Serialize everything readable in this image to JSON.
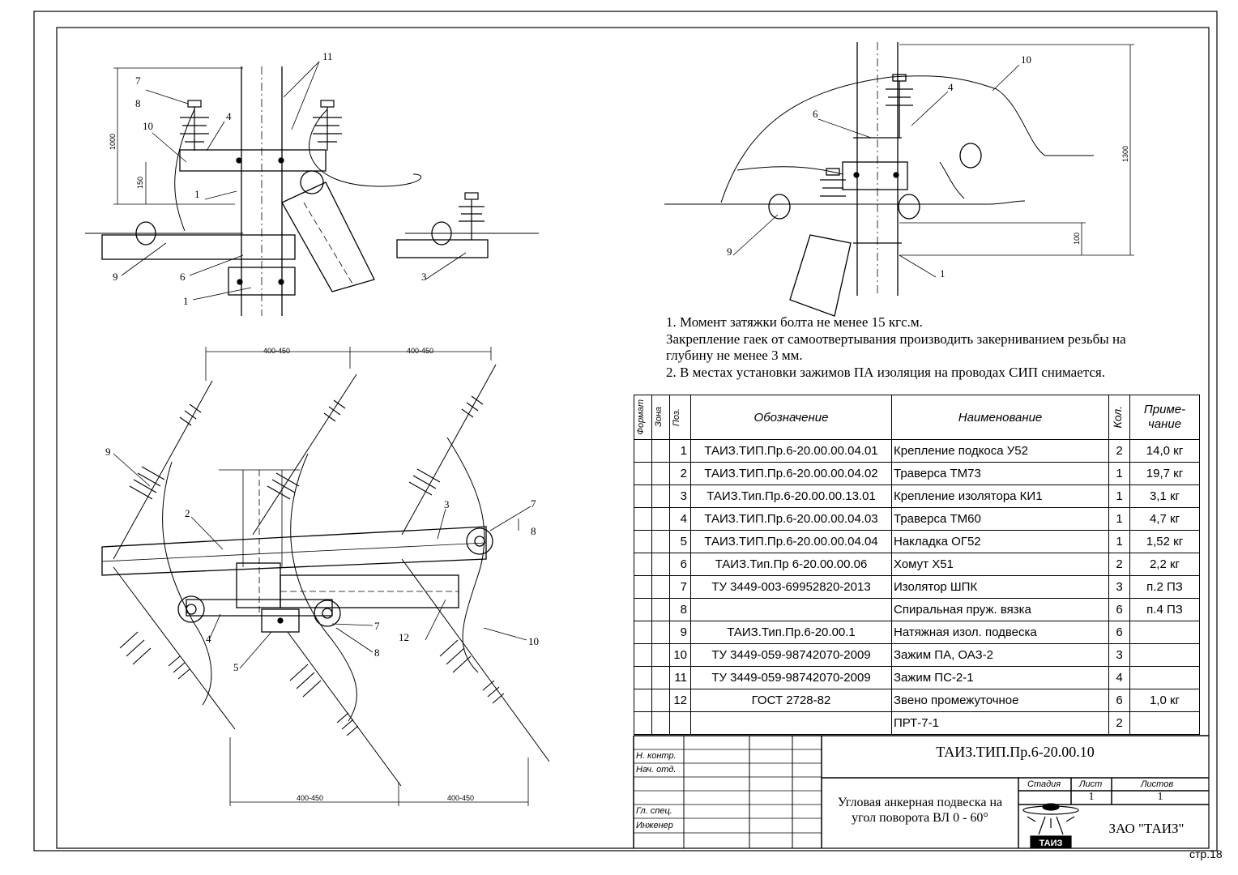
{
  "notes": {
    "line1": "1. Момент затяжки болта не менее 15 кгс.м.",
    "line2": "Закрепление гаек от самоотвертывания производить закерниванием резьбы на",
    "line3": "глубину не менее 3 мм.",
    "line4": "2. В местах установки зажимов ПА изоляция на проводах СИП снимается."
  },
  "spec_table": {
    "headers": {
      "format": "Формат",
      "zone": "Зона",
      "pos": "Поз.",
      "designation": "Обозначение",
      "name": "Наименование",
      "qty": "Кол.",
      "note": "Приме-\nчание"
    },
    "rows": [
      {
        "pos": "1",
        "designation": "ТАИЗ.ТИП.Пр.6-20.00.00.04.01",
        "name": "Крепление подкоса У52",
        "qty": "2",
        "note": "14,0 кг"
      },
      {
        "pos": "2",
        "designation": "ТАИЗ.ТИП.Пр.6-20.00.00.04.02",
        "name": "Траверса ТМ73",
        "qty": "1",
        "note": "19,7 кг"
      },
      {
        "pos": "3",
        "designation": "ТАИЗ.Тип.Пр.6-20.00.00.13.01",
        "name": "Крепление изолятора КИ1",
        "qty": "1",
        "note": "3,1 кг"
      },
      {
        "pos": "4",
        "designation": "ТАИЗ.ТИП.Пр.6-20.00.00.04.03",
        "name": "Траверса ТМ60",
        "qty": "1",
        "note": "4,7 кг"
      },
      {
        "pos": "5",
        "designation": "ТАИЗ.ТИП.Пр.6-20.00.00.04.04",
        "name": "Накладка ОГ52",
        "qty": "1",
        "note": "1,52 кг"
      },
      {
        "pos": "6",
        "designation": "ТАИЗ.Тип.Пр 6-20.00.00.06",
        "name": "Хомут Х51",
        "qty": "2",
        "note": "2,2 кг"
      },
      {
        "pos": "7",
        "designation": "ТУ 3449-003-69952820-2013",
        "name": "Изолятор ШПК",
        "qty": "3",
        "note": "п.2 ПЗ"
      },
      {
        "pos": "8",
        "designation": "",
        "name": "Спиральная пруж. вязка",
        "qty": "6",
        "note": "п.4 ПЗ"
      },
      {
        "pos": "9",
        "designation": "ТАИЗ.Тип.Пр.6-20.00.1",
        "name": "Натяжная изол. подвеска",
        "qty": "6",
        "note": ""
      },
      {
        "pos": "10",
        "designation": "ТУ 3449-059-98742070-2009",
        "name": "Зажим ПА, ОАЗ-2",
        "qty": "3",
        "note": ""
      },
      {
        "pos": "11",
        "designation": "ТУ 3449-059-98742070-2009",
        "name": "Зажим ПС-2-1",
        "qty": "4",
        "note": ""
      },
      {
        "pos": "12",
        "designation": "ГОСТ 2728-82",
        "name": "Звено промежуточное",
        "qty": "6",
        "note": "1,0 кг"
      },
      {
        "pos": "",
        "designation": "",
        "name": "ПРТ-7-1",
        "qty": "2",
        "note": ""
      }
    ]
  },
  "title_block": {
    "doc_code": "ТАИЗ.ТИП.Пр.6-20.00.10",
    "title_line1": "Угловая анкерная подвеска на",
    "title_line2": "угол поворота ВЛ 0 - 60°",
    "company": "ЗАО \"ТАИЗ\"",
    "logo_text": "ТАИЗ",
    "stage_label": "Стадия",
    "sheet_label": "Лист",
    "sheets_label": "Листов",
    "sheet_value": "1",
    "sheets_value": "1",
    "role_n_kontr": "Н. контр.",
    "role_nach_otd": "Нач. отд.",
    "role_gl_spec": "Гл. спец.",
    "role_engineer": "Инженер"
  },
  "page_number": "стр.18",
  "drawing_labels": {
    "top_left": {
      "dim_1000": "1000",
      "dim_150": "150",
      "callouts": [
        "7",
        "8",
        "10",
        "4",
        "11",
        "1",
        "9",
        "6",
        "3",
        "1"
      ]
    },
    "top_right": {
      "dim_1300": "1300",
      "dim_100": "100",
      "callouts": [
        "10",
        "4",
        "6",
        "9",
        "1"
      ]
    },
    "bottom": {
      "dim_top_left": "400-450",
      "dim_top_right": "400-450",
      "dim_bottom_left": "400-450",
      "dim_bottom_right": "400-450",
      "callouts": [
        "9",
        "2",
        "3",
        "7",
        "8",
        "4",
        "5",
        "7",
        "8",
        "12",
        "10"
      ]
    }
  }
}
